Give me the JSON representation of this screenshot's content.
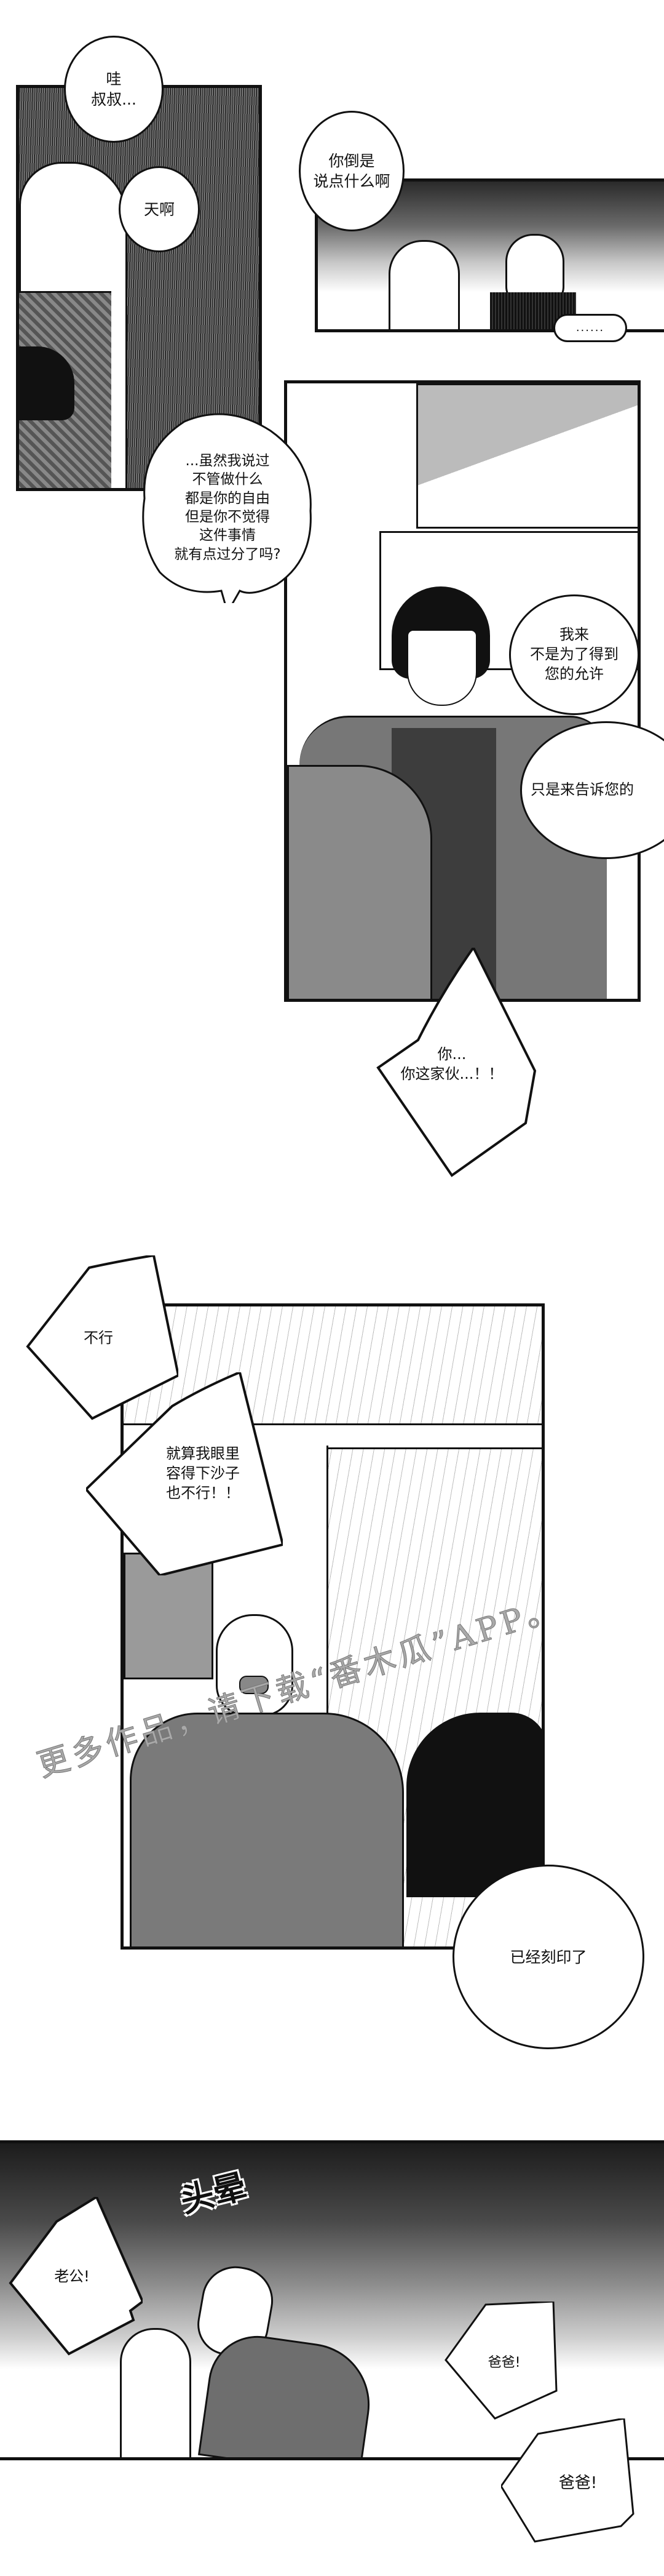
{
  "page": {
    "type": "manga-strip",
    "palette": {
      "ink": "#111111",
      "paper": "#ffffff",
      "screentone_dark": "#3a3a3a",
      "screentone_mid": "#8a8a8a",
      "screentone_light": "#d6d6d6"
    }
  },
  "panels": [
    {
      "id": "panel-1",
      "scene": "two young characters in a rain-streaked dark screentone background",
      "bubbles": [
        {
          "text": "哇\n叔叔..."
        },
        {
          "text": "天啊"
        }
      ]
    },
    {
      "id": "panel-2",
      "scene": "long-haired woman and man with glasses on gradient background",
      "bubbles": [
        {
          "text": "你倒是\n说点什么啊"
        },
        {
          "text": "......"
        }
      ]
    },
    {
      "id": "panel-3",
      "scene": "dark-haired young man in suit facing viewer by window",
      "bubbles": [
        {
          "text": "...虽然我说过\n不管做什么\n都是你的自由\n但是你不觉得\n这件事情\n就有点过分了吗?"
        },
        {
          "text": "我来\n不是为了得到\n您的允许"
        },
        {
          "text": "只是来告诉您的"
        }
      ]
    },
    {
      "id": "panel-4-free",
      "bubbles": [
        {
          "text": "你...\n你这家伙...！！"
        }
      ]
    },
    {
      "id": "panel-5",
      "scene": "angry older man shouting in doorway, dark-haired man from behind",
      "bubbles": [
        {
          "text": "不行"
        },
        {
          "text": "就算我眼里\n容得下沙子\n也不行！！"
        },
        {
          "text": "已经刻印了"
        }
      ],
      "watermark": "更多作品，请下载“番木瓜”APP。"
    },
    {
      "id": "panel-6",
      "scene": "older man faints dizzily, blond person supporting him",
      "sfx": "头晕",
      "bubbles": [
        {
          "text": "老公!"
        },
        {
          "text": "爸爸!"
        },
        {
          "text": "爸爸!"
        }
      ]
    }
  ]
}
